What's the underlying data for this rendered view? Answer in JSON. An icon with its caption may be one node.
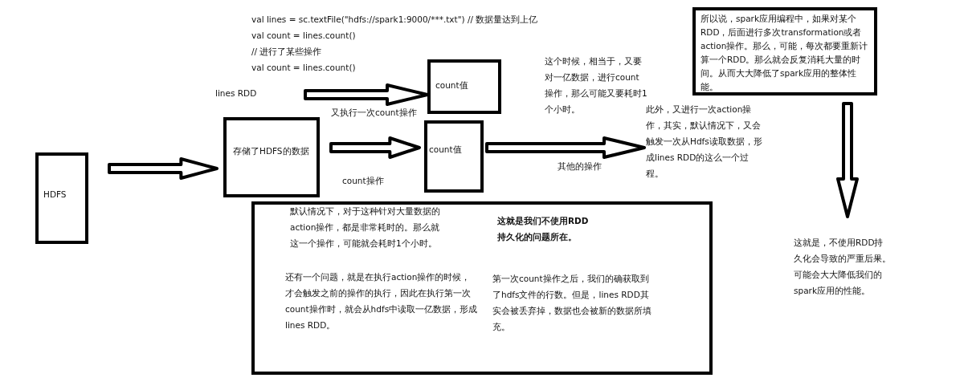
{
  "diagram": {
    "nodes": [
      {
        "text": [
          "HDFS"
        ]
      },
      {
        "text": [
          "存储了HDFS的数据"
        ],
        "beside": [
          "lines RDD"
        ]
      },
      {
        "text": [
          "count值"
        ]
      },
      {
        "text": [
          "count值"
        ]
      },
      {
        "text": [
          "默认情况下，对于这种针对大量数据的action操作，都是非常耗时的。那么就这一个操作，可能就会耗时1个小时。",
          "这就是我们不使用RDD持久化的问题所在。",
          "还有一个问题，就是在执行action操作的时候，才会触发之前的操作的执行，因此在执行第一次count操作时，就会从hdfs中读取一亿数据，形成lines RDD。",
          "第一次count操作之后，我们的确获取到了hdfs文件的行数。但是，lines RDD其实会被丢弃掉，数据也会被新的数据所填充。"
        ]
      },
      {
        "text": [
          "所以说，spark应用编程中，如果对某个RDD，后面进行多次transformation或者action操作。那么，可能，每次都要重新计算一个RDD。那么就会反复消耗大量的时间。从而大大降低了spark应用的整体性能。"
        ]
      },
      {
        "text": [
          "此外，又进行一次action操作，其实，默认情况下，又会触发一次从Hdfs读取数据，形成lines RDD的这么一个过程。"
        ]
      },
      {
        "text": [
          "这就是，不使用RDD持久化会导致的严重后果。可能会大大降低我们的spark应用的性能。"
        ]
      }
    ],
    "edges": [
      {
        "from": 0,
        "to": 1,
        "arrow": "to"
      },
      {
        "from": null,
        "to": 2,
        "arrow": "to",
        "label": "又执行一次count操作"
      },
      {
        "from": 1,
        "to": 3,
        "arrow": "to",
        "label": "count操作"
      },
      {
        "from": 3,
        "to": 6,
        "arrow": "to",
        "label": "其他的操作"
      },
      {
        "from": 5,
        "to": 7,
        "arrow": "to"
      }
    ],
    "labels": [
      "val lines = sc.textFile(\"hdfs://spark1:9000/***.txt\") // 数据量达到上亿",
      "val count = lines.count()",
      "// 进行了某些操作",
      "val count = lines.count()",
      "这个时候，相当于，又要对一亿数据，进行count操作，那么可能又要耗时1个小时。"
    ]
  }
}
